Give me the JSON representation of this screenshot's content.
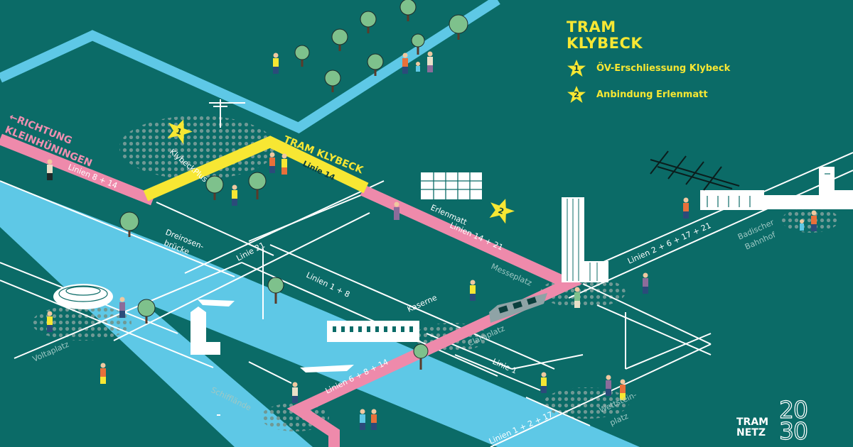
{
  "legend": {
    "title_line1": "TRAM",
    "title_line2": "KLYBECK",
    "items": [
      {
        "number": "1",
        "label": "ÖV-Erschliessung Klybeck"
      },
      {
        "number": "2",
        "label": "Anbindung Erlenmatt"
      }
    ]
  },
  "map": {
    "direction_line1": "←RICHTUNG",
    "direction_line2": "KLEINHÜNINGEN",
    "tram_klybeck": "TRAM KLYBECK",
    "klybeckplus": "KlybeckPlus",
    "star1": "1",
    "star2": "2",
    "lines": {
      "linien_8_14": "Linien 8 + 14",
      "linie_14": "Linie 14",
      "linie_21": "Linie 21",
      "linien_1_8": "Linien 1 + 8",
      "linien_14_21": "Linien 14 + 21",
      "linien_6_8_14": "Linien 6 + 8 + 14",
      "linie_1": "Linie 1",
      "linien_2_6_17_21": "Linien 2 + 6 + 17 + 21",
      "linien_1_2_17": "Linien 1 + 2 + 17"
    },
    "places": {
      "dreirosen_1": "Dreirosen-",
      "dreirosen_2": "brücke",
      "erlenmatt": "Erlenmatt",
      "kaserne": "Kaserne",
      "messeplatz": "Messeplatz",
      "claraplatz": "Claraplatz",
      "voltaplatz": "Voltaplatz",
      "schifflaende": "Schifflände",
      "wettstein_1": "Wettstein-",
      "wettstein_2": "platz",
      "badischer_1": "Badischer",
      "badischer_2": "Bahnhof"
    }
  },
  "brand": {
    "line1": "TRAM",
    "line2": "NETZ",
    "year_top": "20",
    "year_bottom": "30"
  },
  "colors": {
    "background": "#0b6b67",
    "river": "#5ec8e6",
    "tram_existing": "#ee8aab",
    "tram_new": "#f7e733",
    "street": "#ffffff",
    "text_stop": "#9fc8c4"
  }
}
